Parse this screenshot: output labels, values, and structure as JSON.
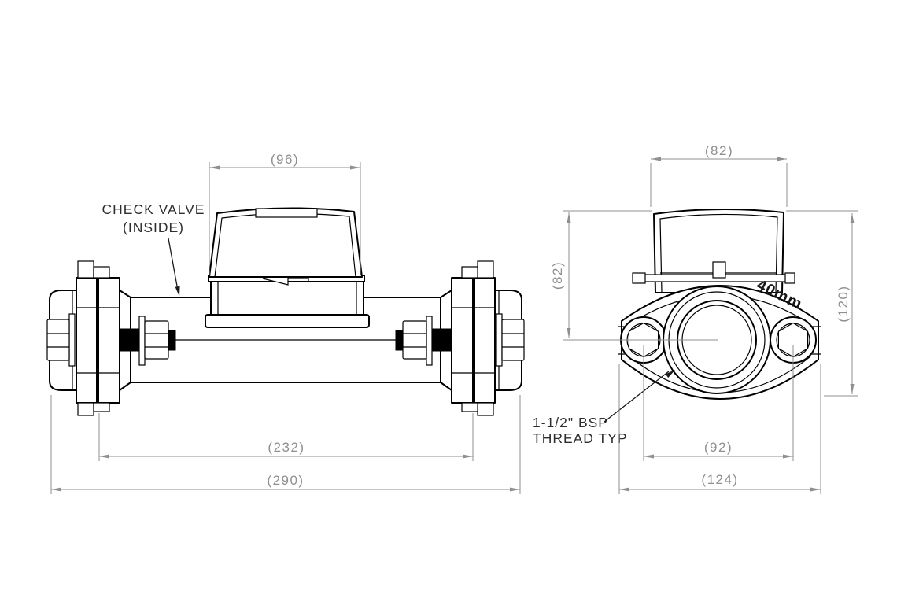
{
  "drawing": {
    "background": "#ffffff",
    "colors": {
      "outline": "#000000",
      "dimension_gray": "#8f8f8f",
      "label_dark": "#2e2e2e"
    },
    "views": {
      "side": {
        "callout": {
          "line1": "CHECK VALVE",
          "line2": "(INSIDE)"
        },
        "dims": {
          "register_top_width": "(96)",
          "flange_face_span": "(232)",
          "overall_length": "(290)"
        }
      },
      "end": {
        "size_marking": "40mm",
        "callout": {
          "line1": "1-1/2\" BSP",
          "line2": "THREAD TYP"
        },
        "dims": {
          "register_width": "(82)",
          "center_height": "(82)",
          "overall_height": "(120)",
          "bolt_spacing": "(92)",
          "overall_width": "(124)"
        }
      }
    }
  }
}
